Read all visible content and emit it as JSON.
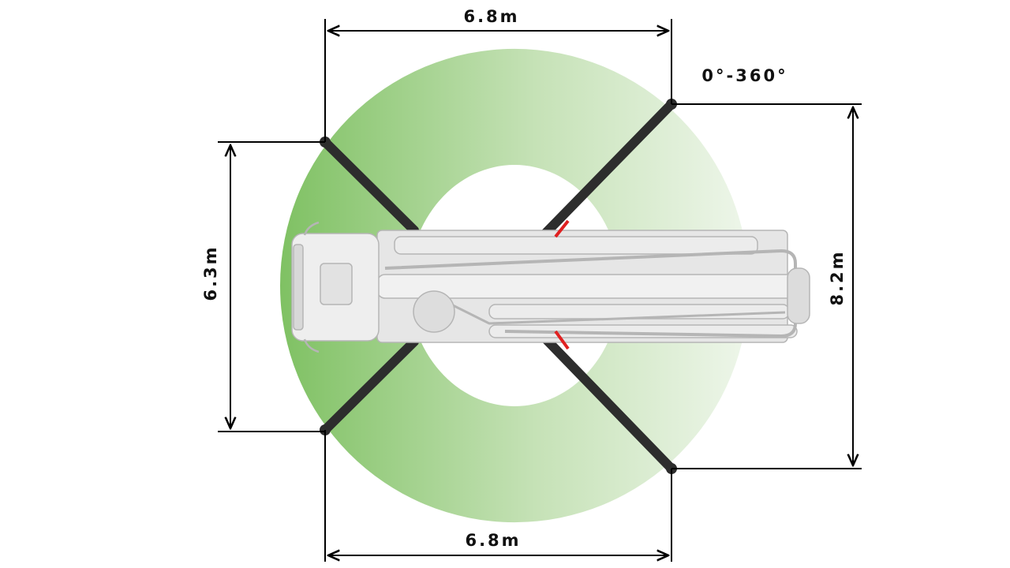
{
  "dimensions": {
    "top_width": "6.8m",
    "bottom_width": "6.8m",
    "left_height": "6.3m",
    "right_height": "8.2m",
    "rotation": "0°-360°"
  },
  "colors": {
    "ring_dark": "#7fc163",
    "ring_light": "#eef6ea",
    "outrigger": "#2d2d2d",
    "truck_body": "#e6e6e6",
    "truck_outline": "#b5b5b5",
    "hydraulic_accent": "#e02020",
    "dimension_line": "#000000"
  },
  "icons": {
    "truck": "concrete-pump-truck-topview-icon"
  }
}
